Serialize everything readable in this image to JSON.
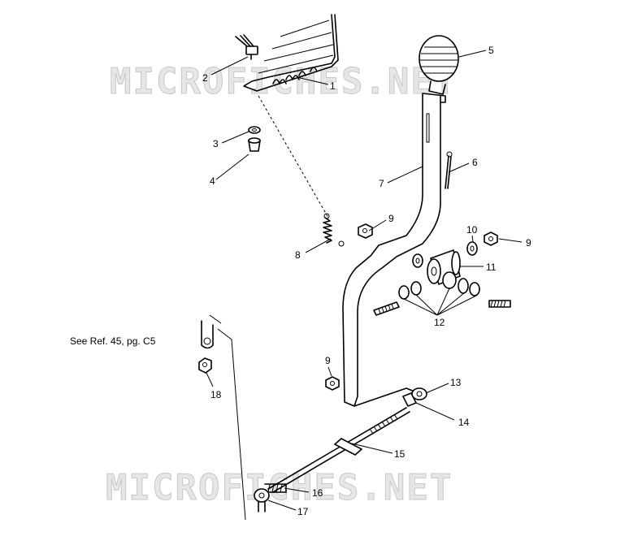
{
  "watermark_text": "MICROFICHES.NET",
  "reference_note": "See Ref. 45, pg. C5",
  "callouts": [
    "1",
    "2",
    "3",
    "4",
    "5",
    "6",
    "7",
    "8",
    "9",
    "9",
    "9",
    "10",
    "11",
    "12",
    "13",
    "14",
    "15",
    "16",
    "17",
    "18"
  ]
}
